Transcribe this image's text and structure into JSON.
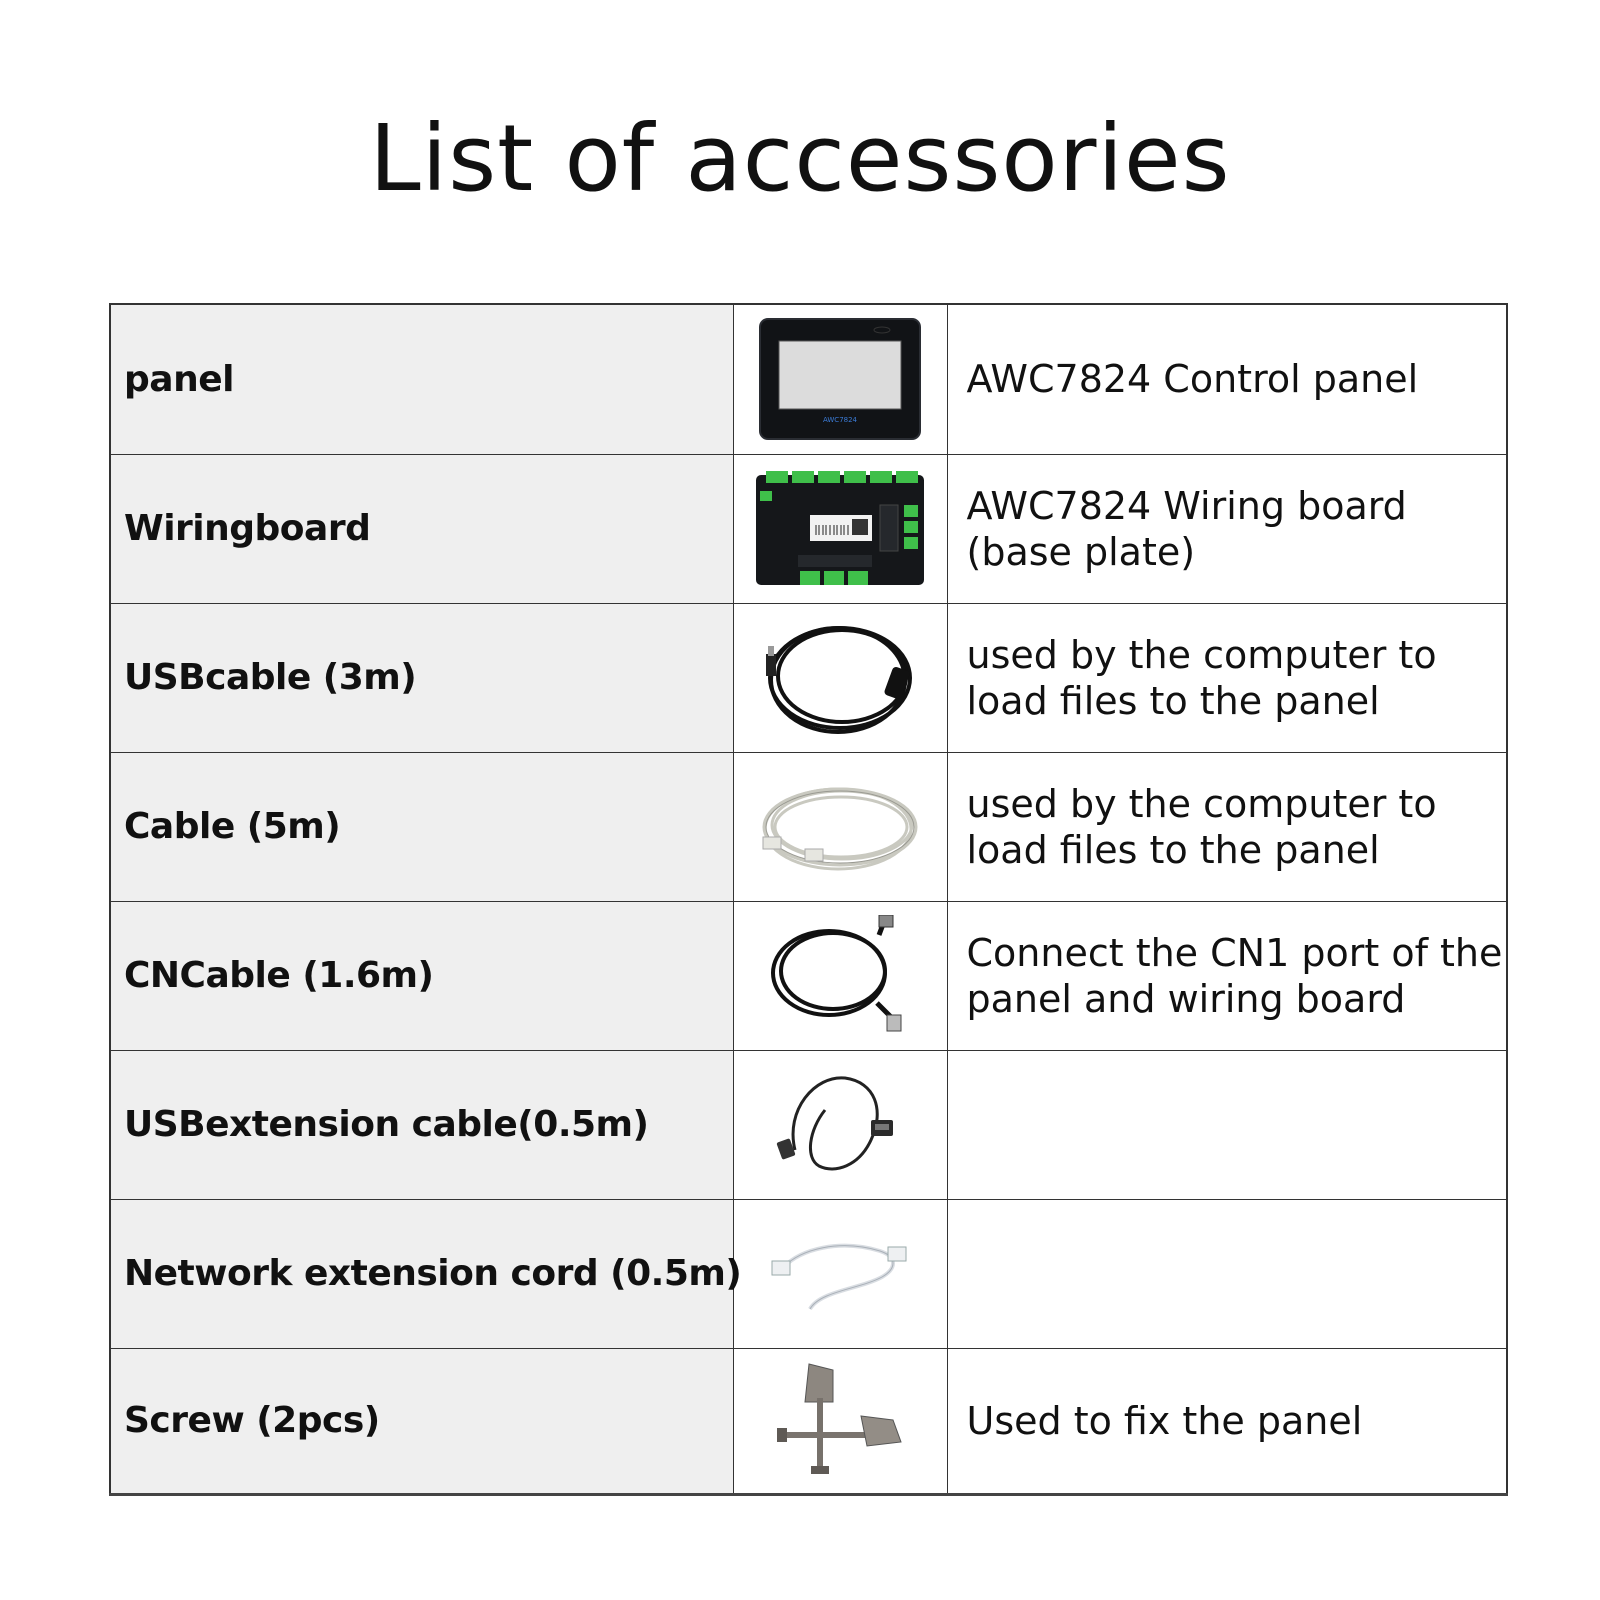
{
  "title": "List of accessories",
  "items": [
    {
      "name": "panel",
      "icon": "control-panel-image",
      "description": [
        "AWC7824 Control panel"
      ],
      "panel_label": "AWC7824"
    },
    {
      "name": "Wiringboard",
      "icon": "wiring-board-image",
      "description": [
        "AWC7824 Wiring board",
        "(base plate)"
      ]
    },
    {
      "name": "USBcable (3m)",
      "icon": "usb-cable-image",
      "description": [
        "used by the computer to",
        "load files to the panel"
      ]
    },
    {
      "name": "Cable (5m)",
      "icon": "network-cable-image",
      "description": [
        "used by the computer to",
        "load files to the  panel"
      ]
    },
    {
      "name": "CNCable (1.6m)",
      "icon": "cn-cable-image",
      "description": [
        "Connect the CN1 port of the",
        "panel and wiring board"
      ]
    },
    {
      "name": "USBextension cable(0.5m)",
      "icon": "usb-extension-cable-image",
      "description": []
    },
    {
      "name": "Network extension cord (0.5m)",
      "icon": "network-extension-cord-image",
      "description": []
    },
    {
      "name": "Screw (2pcs)",
      "icon": "screw-image",
      "description": [
        "Used to fix the panel"
      ]
    }
  ]
}
